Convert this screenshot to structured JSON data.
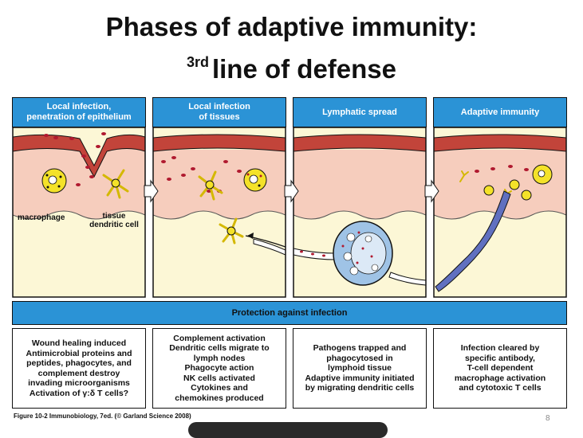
{
  "title": {
    "line1": "Phases of adaptive immunity:",
    "line2_sup": "3rd",
    "line2_rest": "line of defense"
  },
  "panels": [
    {
      "heading_l1": "Local infection,",
      "heading_l2": "penetration of epithelium"
    },
    {
      "heading_l1": "Local infection",
      "heading_l2": "of tissues"
    },
    {
      "heading_l1": "Lymphatic spread",
      "heading_l2": ""
    },
    {
      "heading_l1": "Adaptive immunity",
      "heading_l2": ""
    }
  ],
  "labels": {
    "macrophage": "macrophage",
    "dendritic_l1": "tissue",
    "dendritic_l2": "dendritic cell"
  },
  "protection": "Protection against infection",
  "descriptions": [
    [
      "Wound healing induced",
      "Antimicrobial proteins and",
      "peptides,  phagocytes, and",
      "complement destroy",
      "invading microorganisms",
      "Activation of γ:δ T cells?"
    ],
    [
      "Complement activation",
      "Dendritic cells migrate to",
      "lymph nodes",
      "Phagocyte action",
      "NK cells activated",
      "Cytokines and",
      "chemokines produced"
    ],
    [
      "Pathogens trapped and",
      "phagocytosed in",
      "lymphoid tissue",
      "Adaptive immunity initiated",
      "by migrating dendritic cells"
    ],
    [
      "Infection cleared by",
      "specific antibody,",
      "T-cell dependent",
      "macrophage activation",
      "and cytotoxic T cells"
    ]
  ],
  "caption": "Figure 10-2  Immunobiology, 7ed. (© Garland Science 2008)",
  "slide_number": "8",
  "colors": {
    "header_blue": "#2b93d6",
    "epithelium": "#c2443a",
    "dermis": "#f6cdbd",
    "tissue": "#fcf7d6",
    "pathogen": "#b0192f"
  }
}
